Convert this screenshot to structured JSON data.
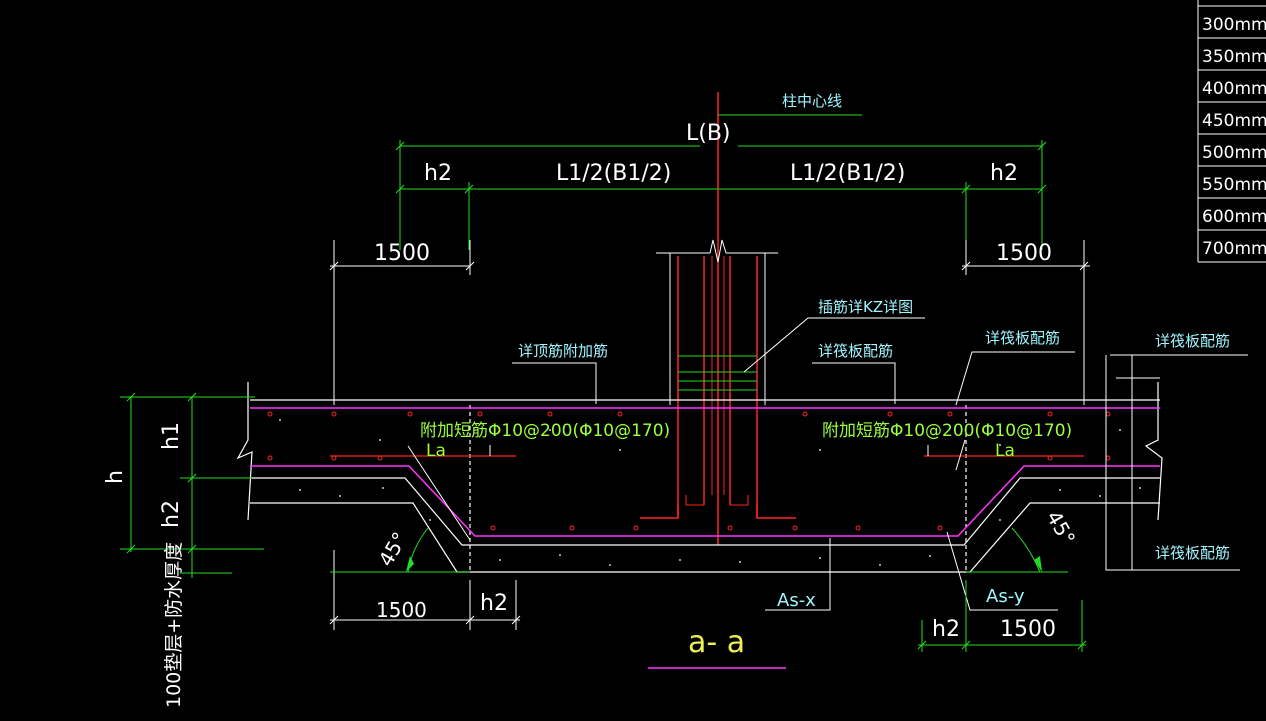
{
  "section_title": "a- a",
  "column_centerline_label": "柱中心线",
  "dimensions": {
    "total_width": "L(B)",
    "half_left": "L1/2(B1/2)",
    "half_right": "L1/2(B1/2)",
    "h2_left": "h2",
    "h2_right": "h2",
    "dim_1500_top_left": "1500",
    "dim_1500_top_right": "1500",
    "dim_1500_bottom_left": "1500",
    "h2_bottom_left": "h2",
    "h2_bottom_right": "h2",
    "dim_1500_bottom_right": "1500",
    "h": "h",
    "h1": "h1",
    "h2_vertical": "h2",
    "cushion_note": "100垫层+防水厚度"
  },
  "labels": {
    "dowel": "插筋详KZ详图",
    "top_extra": "详顶筋附加筋",
    "raft_mid": "详筏板配筋",
    "raft_right": "详筏板配筋",
    "raft_far_right": "详筏板配筋",
    "raft_bottom_right": "详筏板配筋",
    "extra_bar_left": "附加短筋Φ10@200(Φ10@170)",
    "extra_bar_right": "附加短筋Φ10@200(Φ10@170)",
    "la_left": "La",
    "la_right": "La",
    "as_x": "As-x",
    "as_y": "As-y",
    "angle_left": "45°",
    "angle_right": "45°"
  },
  "thickness_table": [
    "300mm",
    "350mm",
    "400mm",
    "450mm",
    "500mm",
    "550mm",
    "600mm",
    "700mm"
  ],
  "colors": {
    "background": "#000000",
    "concrete": "#ffffff",
    "rebar_magenta": "#ff33ff",
    "rebar_red": "#ff2222",
    "dimension_green": "#22dd22",
    "label_cyan": "#9ff5ff",
    "title_yellow": "#f0ee55"
  }
}
